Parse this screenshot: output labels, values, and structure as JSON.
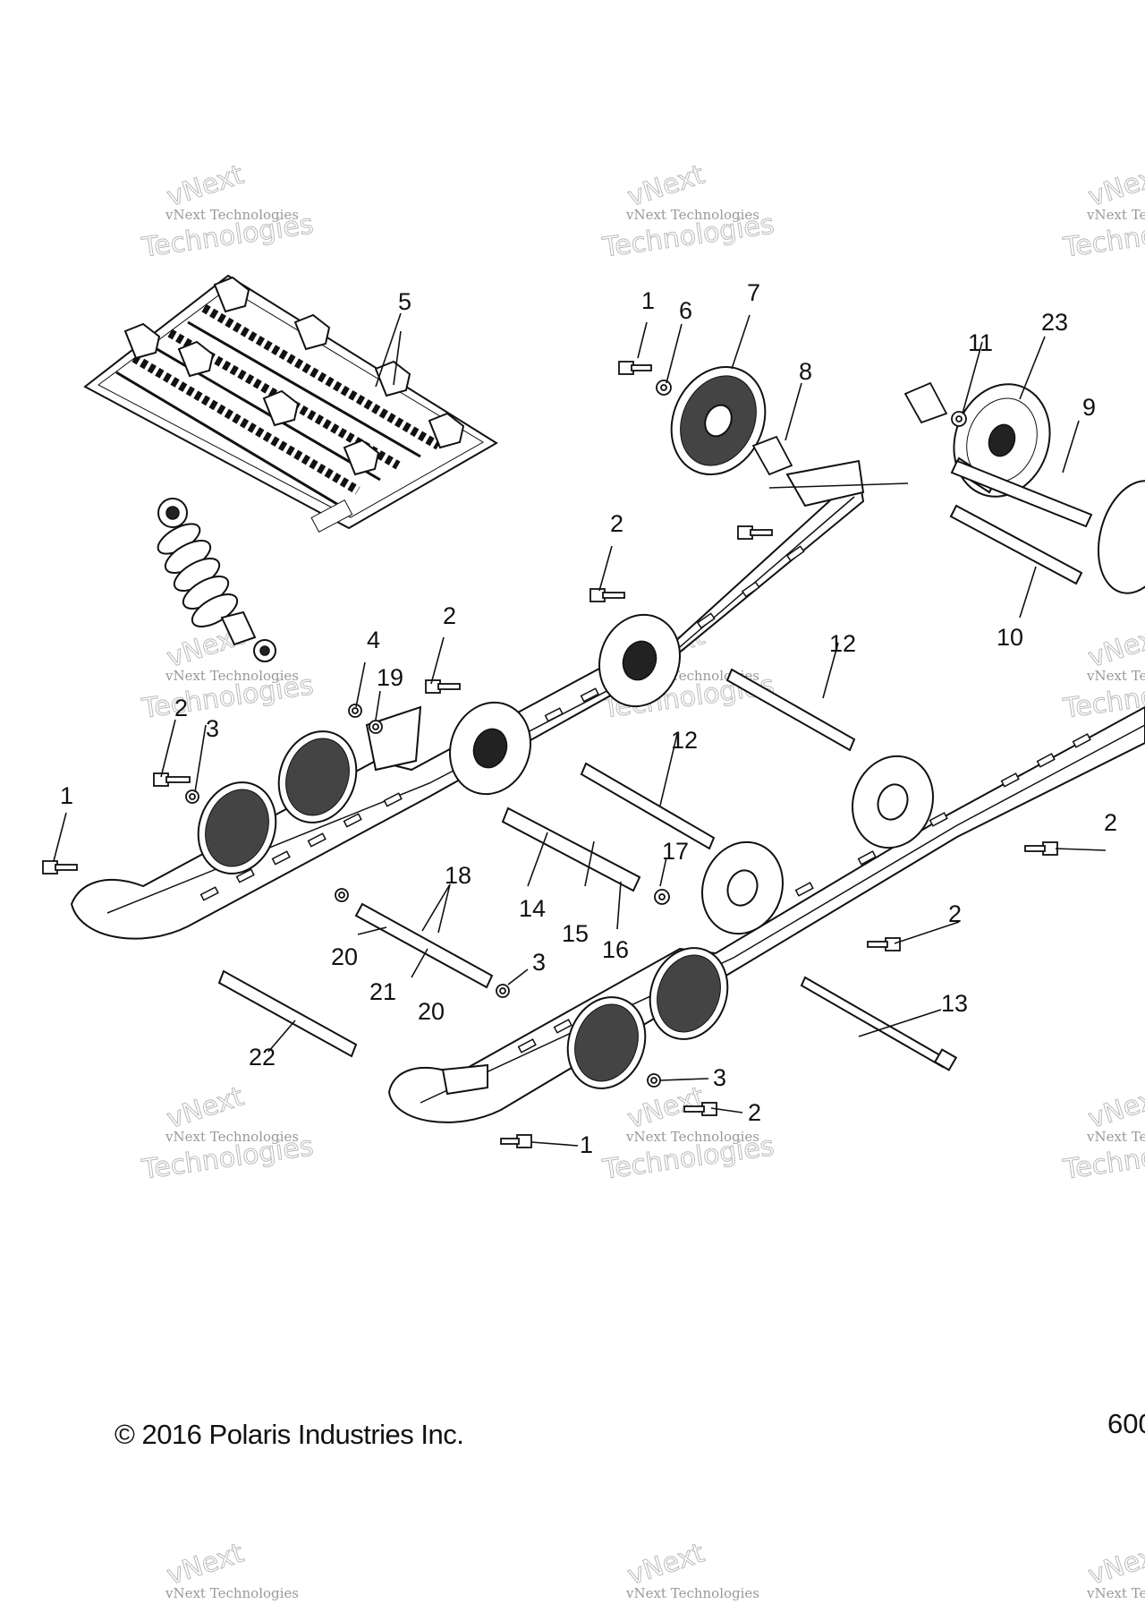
{
  "diagram": {
    "copyright": "© 2016 Polaris Industries Inc.",
    "page_code": "600",
    "watermark": {
      "line1": "vNext Technologies",
      "line2": "vNext",
      "line3": "Technologies"
    },
    "callouts": [
      {
        "id": "c1a",
        "label": "1"
      },
      {
        "id": "c1b",
        "label": "1"
      },
      {
        "id": "c1c",
        "label": "1"
      },
      {
        "id": "c2a",
        "label": "2"
      },
      {
        "id": "c2b",
        "label": "2"
      },
      {
        "id": "c2c",
        "label": "2"
      },
      {
        "id": "c2d",
        "label": "2"
      },
      {
        "id": "c2e",
        "label": "2"
      },
      {
        "id": "c2f",
        "label": "2"
      },
      {
        "id": "c3a",
        "label": "3"
      },
      {
        "id": "c3b",
        "label": "3"
      },
      {
        "id": "c3c",
        "label": "3"
      },
      {
        "id": "c4",
        "label": "4"
      },
      {
        "id": "c5",
        "label": "5"
      },
      {
        "id": "c6",
        "label": "6"
      },
      {
        "id": "c7",
        "label": "7"
      },
      {
        "id": "c8",
        "label": "8"
      },
      {
        "id": "c9",
        "label": "9"
      },
      {
        "id": "c10",
        "label": "10"
      },
      {
        "id": "c11",
        "label": "11"
      },
      {
        "id": "c12a",
        "label": "12"
      },
      {
        "id": "c12b",
        "label": "12"
      },
      {
        "id": "c13",
        "label": "13"
      },
      {
        "id": "c14",
        "label": "14"
      },
      {
        "id": "c15",
        "label": "15"
      },
      {
        "id": "c16",
        "label": "16"
      },
      {
        "id": "c17",
        "label": "17"
      },
      {
        "id": "c18",
        "label": "18"
      },
      {
        "id": "c19",
        "label": "19"
      },
      {
        "id": "c20a",
        "label": "20"
      },
      {
        "id": "c20b",
        "label": "20"
      },
      {
        "id": "c21",
        "label": "21"
      },
      {
        "id": "c22",
        "label": "22"
      },
      {
        "id": "c23",
        "label": "23"
      }
    ]
  }
}
